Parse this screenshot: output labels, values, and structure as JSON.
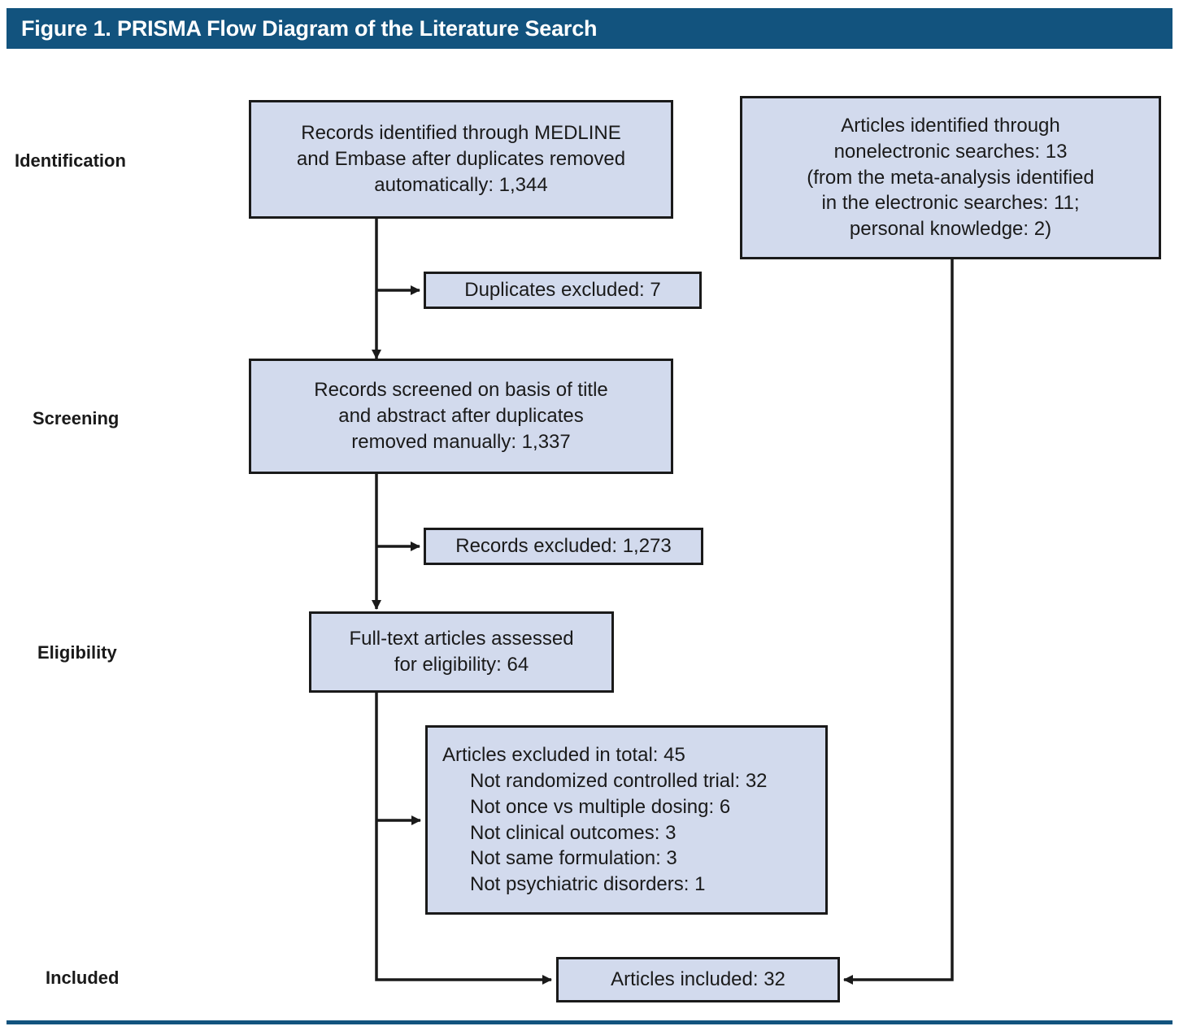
{
  "figure": {
    "title": "Figure 1. PRISMA Flow Diagram of the Literature Search",
    "banner_color": "#12537e",
    "box_fill": "#d2daed",
    "box_border": "#1a1a1a",
    "text_color": "#1a1a1a"
  },
  "stages": [
    {
      "label": "Identification"
    },
    {
      "label": "Screening"
    },
    {
      "label": "Eligibility"
    },
    {
      "label": "Included"
    }
  ],
  "boxes": {
    "records_identified": {
      "lines": [
        "Records identified through MEDLINE",
        "and Embase after duplicates removed",
        "automatically: 1,344"
      ]
    },
    "nonelectronic_articles": {
      "lines": [
        "Articles identified through",
        "nonelectronic searches: 13",
        "(from the meta-analysis identified",
        "in the electronic searches: 11;",
        "personal knowledge: 2)"
      ]
    },
    "duplicates_excluded": {
      "lines": [
        "Duplicates excluded: 7"
      ]
    },
    "records_screened": {
      "lines": [
        "Records screened on basis of title",
        "and abstract after duplicates",
        "removed manually: 1,337"
      ]
    },
    "records_excluded": {
      "lines": [
        "Records excluded: 1,273"
      ]
    },
    "fulltext_assessed": {
      "lines": [
        "Full-text articles assessed",
        "for eligibility: 64"
      ]
    },
    "articles_excluded": {
      "heading": "Articles excluded in total: 45",
      "reasons": [
        "Not randomized controlled trial: 32",
        "Not once vs multiple dosing: 6",
        "Not clinical outcomes: 3",
        "Not same formulation: 3",
        "Not psychiatric disorders: 1"
      ]
    },
    "articles_included": {
      "lines": [
        "Articles included: 32"
      ]
    }
  },
  "chart_data": {
    "type": "diagram",
    "title": "Figure 1. PRISMA Flow Diagram of the Literature Search",
    "nodes": [
      {
        "id": "records_identified",
        "stage": "Identification",
        "label": "Records identified through MEDLINE and Embase after duplicates removed automatically",
        "value": 1344
      },
      {
        "id": "nonelectronic_articles",
        "stage": "Identification",
        "label": "Articles identified through nonelectronic searches",
        "value": 13,
        "breakdown": [
          {
            "label": "from the meta-analysis identified in the electronic searches",
            "value": 11
          },
          {
            "label": "personal knowledge",
            "value": 2
          }
        ]
      },
      {
        "id": "duplicates_excluded",
        "stage": "Identification",
        "label": "Duplicates excluded",
        "value": 7
      },
      {
        "id": "records_screened",
        "stage": "Screening",
        "label": "Records screened on basis of title and abstract after duplicates removed manually",
        "value": 1337
      },
      {
        "id": "records_excluded",
        "stage": "Screening",
        "label": "Records excluded",
        "value": 1273
      },
      {
        "id": "fulltext_assessed",
        "stage": "Eligibility",
        "label": "Full-text articles assessed for eligibility",
        "value": 64
      },
      {
        "id": "articles_excluded",
        "stage": "Eligibility",
        "label": "Articles excluded in total",
        "value": 45,
        "breakdown": [
          {
            "label": "Not randomized controlled trial",
            "value": 32
          },
          {
            "label": "Not once vs multiple dosing",
            "value": 6
          },
          {
            "label": "Not clinical outcomes",
            "value": 3
          },
          {
            "label": "Not same formulation",
            "value": 3
          },
          {
            "label": "Not psychiatric disorders",
            "value": 1
          }
        ]
      },
      {
        "id": "articles_included",
        "stage": "Included",
        "label": "Articles included",
        "value": 32
      }
    ],
    "edges": [
      {
        "from": "records_identified",
        "to": "duplicates_excluded"
      },
      {
        "from": "records_identified",
        "to": "records_screened"
      },
      {
        "from": "records_screened",
        "to": "records_excluded"
      },
      {
        "from": "records_screened",
        "to": "fulltext_assessed"
      },
      {
        "from": "fulltext_assessed",
        "to": "articles_excluded"
      },
      {
        "from": "fulltext_assessed",
        "to": "articles_included"
      },
      {
        "from": "nonelectronic_articles",
        "to": "articles_included"
      }
    ]
  }
}
